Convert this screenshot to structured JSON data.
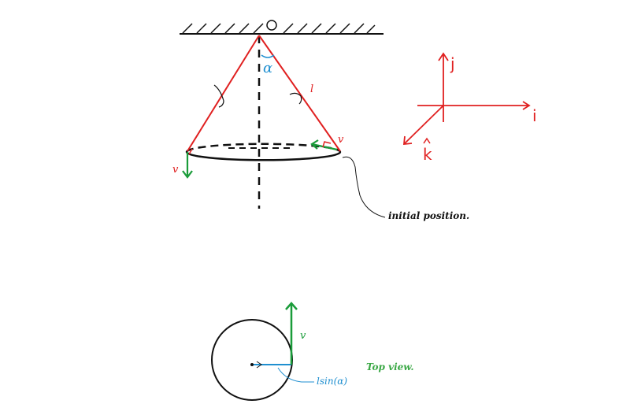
{
  "labels": {
    "string_length": "l",
    "angle": "α",
    "velocity_right": "v",
    "velocity_left": "v",
    "velocity_top": "v",
    "initial_position": "initial position.",
    "top_view": "Top view.",
    "radius": "lsin(α)"
  },
  "axes": {
    "i": "i",
    "j": "j",
    "k": "k"
  },
  "colors": {
    "string": "#e02020",
    "velocity": "#1a9c3a",
    "angle": "#1f8fd0",
    "axes": "#e02020",
    "ink": "#111111"
  }
}
